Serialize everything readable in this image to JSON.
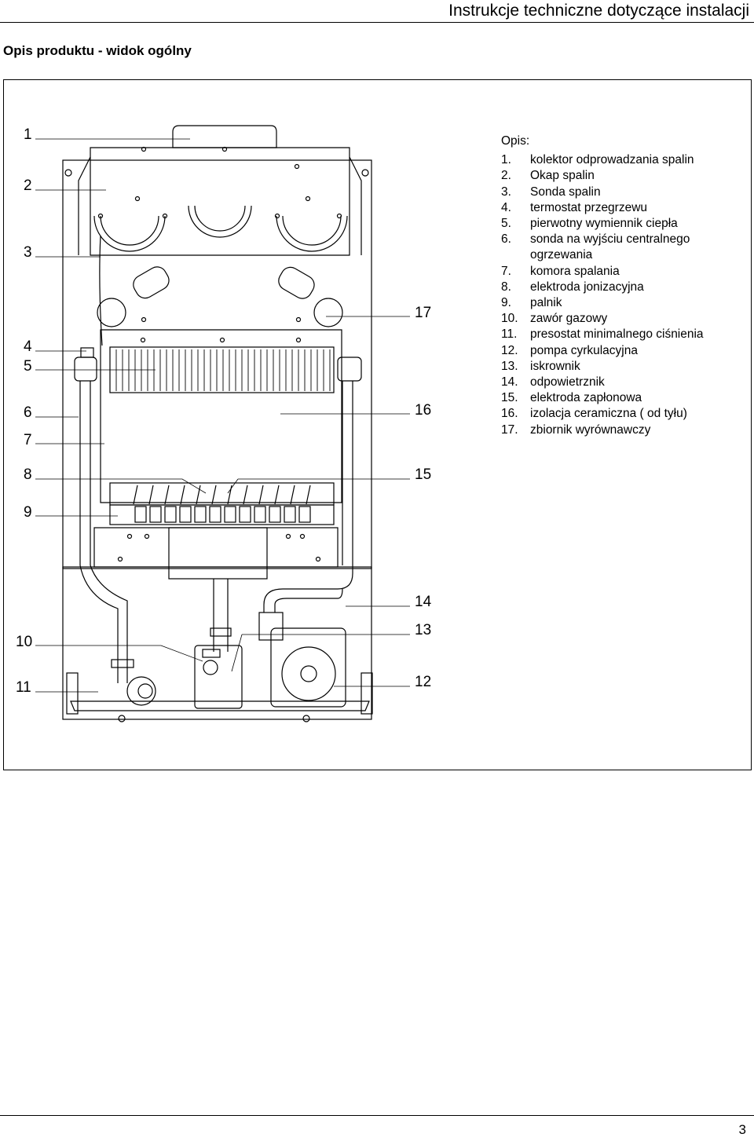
{
  "header": {
    "title": "Instrukcje techniczne dotyczące instalacji"
  },
  "section": {
    "title": "Opis produktu - widok ogólny"
  },
  "callouts_left": [
    "1",
    "2",
    "3",
    "4",
    "5",
    "6",
    "7",
    "8",
    "9",
    "10",
    "11"
  ],
  "callouts_right": [
    "17",
    "16",
    "15",
    "14",
    "13",
    "12"
  ],
  "legend": {
    "heading": "Opis:",
    "items": [
      {
        "num": "1.",
        "text": "kolektor odprowadzania spalin"
      },
      {
        "num": "2.",
        "text": "Okap spalin"
      },
      {
        "num": "3.",
        "text": "Sonda spalin"
      },
      {
        "num": "4.",
        "text": "termostat przegrzewu"
      },
      {
        "num": "5.",
        "text": "pierwotny wymiennik ciepła"
      },
      {
        "num": "6.",
        "text": "sonda na wyjściu centralnego ogrzewania"
      },
      {
        "num": "7.",
        "text": "komora spalania"
      },
      {
        "num": "8.",
        "text": "elektroda jonizacyjna"
      },
      {
        "num": "9.",
        "text": "palnik"
      },
      {
        "num": "10.",
        "text": "zawór gazowy"
      },
      {
        "num": "11.",
        "text": "presostat minimalnego ciśnienia"
      },
      {
        "num": "12.",
        "text": "pompa cyrkulacyjna"
      },
      {
        "num": "13.",
        "text": "iskrownik"
      },
      {
        "num": "14.",
        "text": "odpowietrznik"
      },
      {
        "num": "15.",
        "text": "elektroda zapłonowa"
      },
      {
        "num": "16.",
        "text": "izolacja ceramiczna ( od tyłu)"
      },
      {
        "num": "17.",
        "text": "zbiornik wyrównawczy"
      }
    ]
  },
  "footer": {
    "page_number": "3"
  }
}
